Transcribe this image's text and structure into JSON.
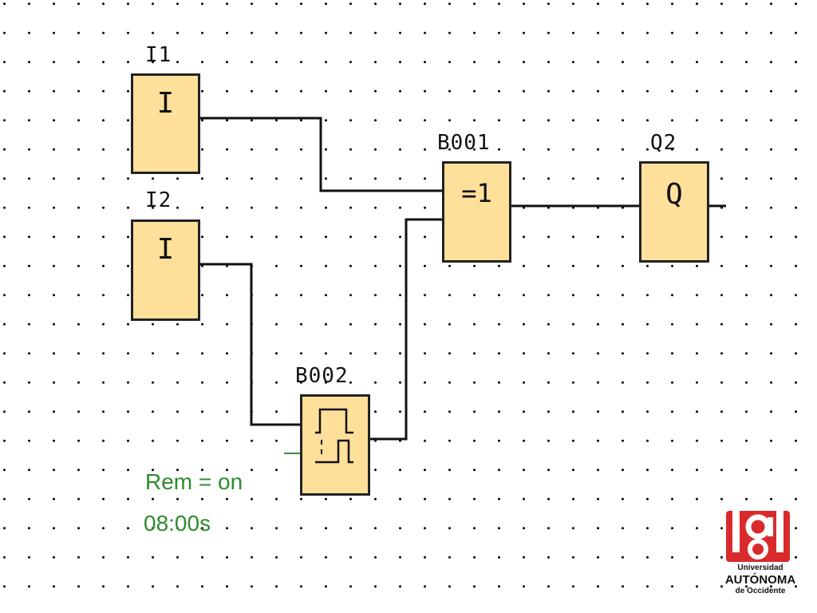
{
  "blocks": {
    "i1": {
      "label": "I1",
      "symbol": "I"
    },
    "i2": {
      "label": "I2",
      "symbol": "I"
    },
    "b001": {
      "label": "B001",
      "symbol": "=1"
    },
    "b002": {
      "label": "B002",
      "symbol_icon": "pulse-timer-icon"
    },
    "q2": {
      "label": "Q2",
      "symbol": "Q"
    }
  },
  "parameters": {
    "rem": "Rem = on",
    "time": "08:00s"
  },
  "logo": {
    "line1": "Universidad",
    "line2": "AUTÓNOMA",
    "line3": "de Occidente",
    "color": "#d92b2b"
  },
  "colors": {
    "block_fill": "#ffe09a",
    "parameter_text": "#2e8b2e"
  }
}
